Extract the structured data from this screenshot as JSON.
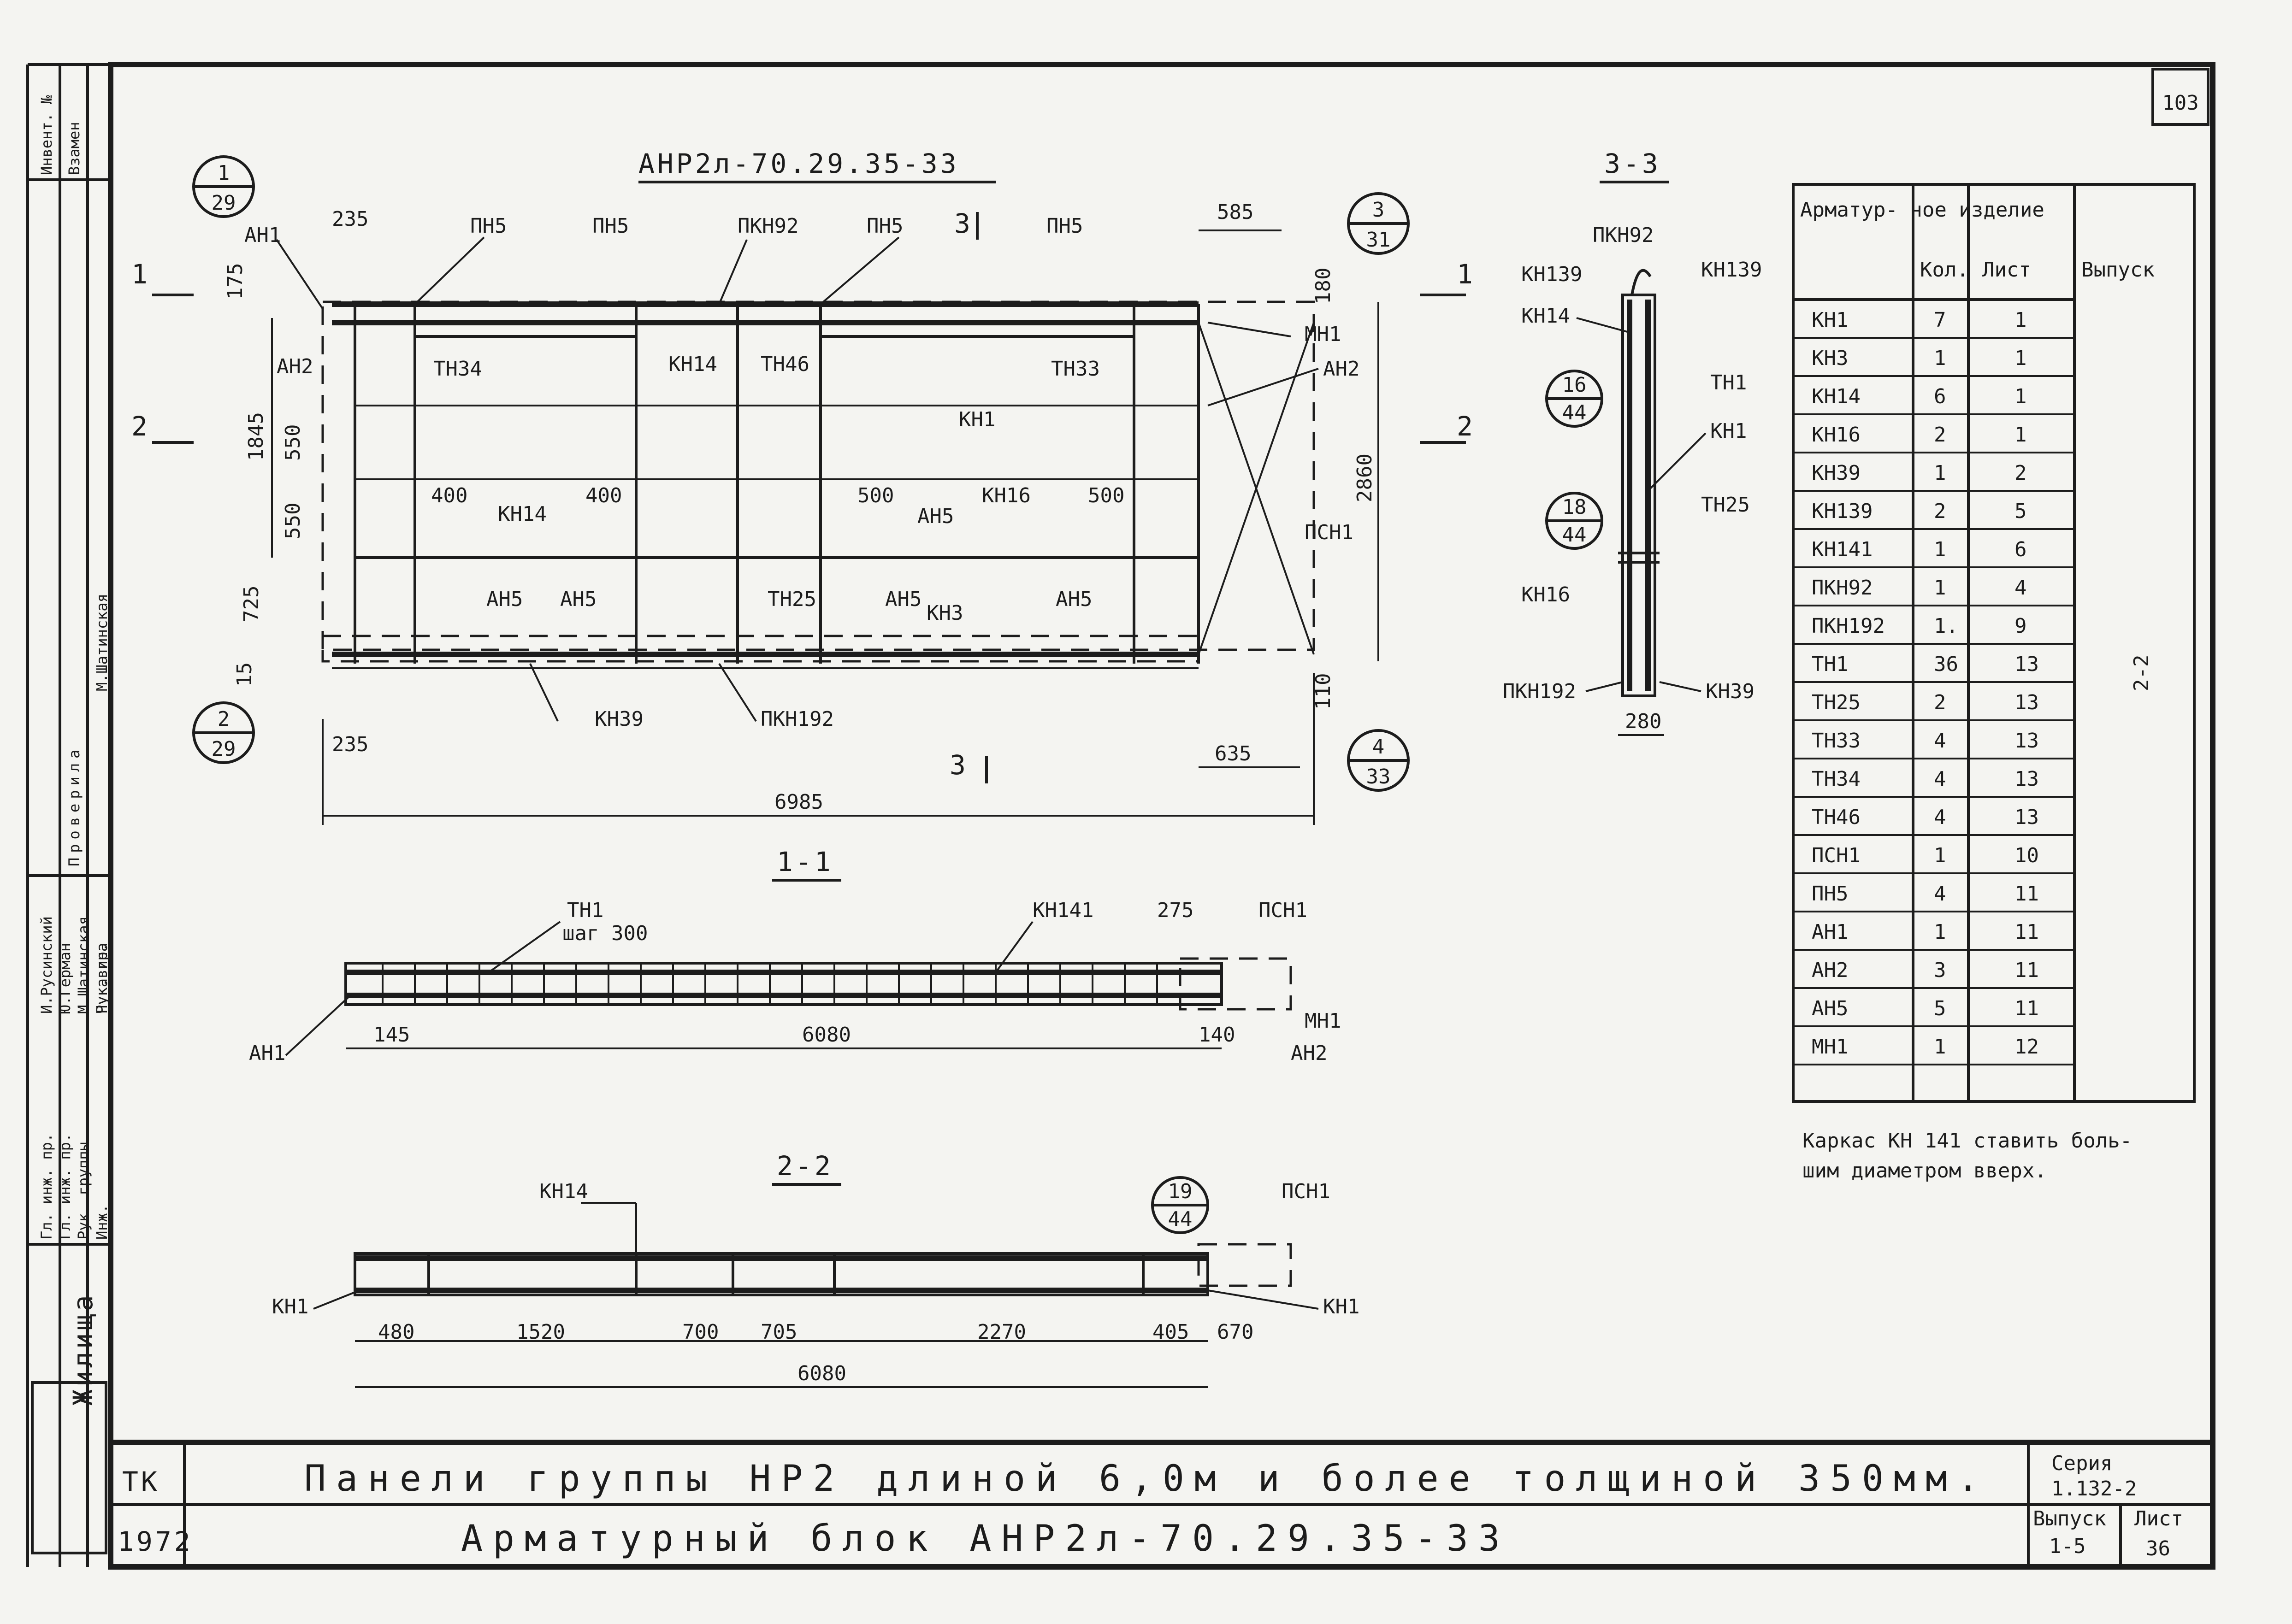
{
  "sheet_number": "103",
  "main_view": {
    "title": "АНР2л-70.29.35-33",
    "bubbles": [
      {
        "id": "bubble-1-29",
        "top": "1",
        "bottom": "29"
      },
      {
        "id": "bubble-3-31",
        "top": "3",
        "bottom": "31"
      },
      {
        "id": "bubble-2-29",
        "top": "2",
        "bottom": "29"
      },
      {
        "id": "bubble-4-33",
        "top": "4",
        "bottom": "33"
      }
    ],
    "labels": {
      "an1": "АН1",
      "pn5": "ПН5",
      "pkn92": "ПКН92",
      "an2": "АН2",
      "mn1": "МН1",
      "tn34": "ТН34",
      "kn14": "КН14",
      "tn46": "ТН46",
      "tn33": "ТН33",
      "kn1": "КН1",
      "kn16": "КН16",
      "an5": "АН5",
      "tn25": "ТН25",
      "kn3": "КН3",
      "psn1": "ПСН1",
      "kn39": "КН39",
      "pkn192": "ПКН192"
    },
    "dims": {
      "d235": "235",
      "d585": "585",
      "d175": "175",
      "d180": "180",
      "d1845": "1845",
      "d550": "550",
      "d725": "725",
      "d15": "15",
      "d400": "400",
      "d500": "500",
      "d2860": "2860",
      "d110": "110",
      "d635": "635",
      "d6985": "6985"
    },
    "section_marks": {
      "s1": "1",
      "s2": "2",
      "s3": "3"
    }
  },
  "section_3_3": {
    "title": "3-3",
    "bubbles": [
      {
        "id": "bubble-16-44",
        "top": "16",
        "bottom": "44"
      },
      {
        "id": "bubble-18-44",
        "top": "18",
        "bottom": "44"
      }
    ],
    "labels": {
      "pkn92": "ПКН92",
      "kn139": "КН139",
      "kn14": "КН14",
      "tn1": "ТН1",
      "kn1": "КН1",
      "tn25": "ТН25",
      "kn16": "КН16",
      "pkn192": "ПКН192",
      "kn39": "КН39"
    },
    "dim_280": "280"
  },
  "section_1_1": {
    "title": "1-1",
    "labels": {
      "tn1": "ТН1",
      "step": "шаг 300",
      "kn141": "КН141",
      "psn1": "ПСН1",
      "mn1": "МН1",
      "an1": "АН1",
      "an2": "АН2"
    },
    "dims": {
      "d275": "275",
      "d145": "145",
      "d6080": "6080",
      "d140": "140"
    }
  },
  "section_2_2": {
    "title": "2-2",
    "bubble": {
      "top": "19",
      "bottom": "44"
    },
    "labels": {
      "kn14": "КН14",
      "psn1": "ПСН1",
      "kn1_left": "КН1",
      "kn1_right": "КН1"
    },
    "dims": [
      "480",
      "1520",
      "700",
      "705",
      "2270",
      "405",
      "670"
    ],
    "total": "6080"
  },
  "spec_table": {
    "headers": [
      "Арматур- ное изделие",
      "Кол.",
      "Лист",
      "Выпуск"
    ],
    "rows": [
      [
        "КН1",
        "7",
        "1"
      ],
      [
        "КН3",
        "1",
        "1"
      ],
      [
        "КН14",
        "6",
        "1"
      ],
      [
        "КН16",
        "2",
        "1"
      ],
      [
        "КН39",
        "1",
        "2"
      ],
      [
        "КН139",
        "2",
        "5"
      ],
      [
        "КН141",
        "1",
        "6"
      ],
      [
        "ПКН92",
        "1",
        "4"
      ],
      [
        "ПКН192",
        "1.",
        "9"
      ],
      [
        "ТН1",
        "36",
        "13"
      ],
      [
        "ТН25",
        "2",
        "13"
      ],
      [
        "ТН33",
        "4",
        "13"
      ],
      [
        "ТН34",
        "4",
        "13"
      ],
      [
        "ТН46",
        "4",
        "13"
      ],
      [
        "ПСН1",
        "1",
        "10"
      ],
      [
        "ПН5",
        "4",
        "11"
      ],
      [
        "АН1",
        "1",
        "11"
      ],
      [
        "АН2",
        "3",
        "11"
      ],
      [
        "АН5",
        "5",
        "11"
      ],
      [
        "МН1",
        "1",
        "12"
      ]
    ],
    "issue": "2-2"
  },
  "note": {
    "line1": "Каркас КН 141 ставить боль-",
    "line2": "шим диаметром вверх."
  },
  "title_block": {
    "org": "ТК",
    "year": "1972",
    "line1": "Панели группы НР2 длиной 6,0м и более толщиной 350мм.",
    "line2": "Арматурный блок АНР2л-70.29.35-33",
    "series_label": "Серия",
    "series": "1.132-2",
    "issue_label": "Выпуск",
    "issue": "1-5",
    "sheet_label": "Лист",
    "sheet": "36"
  },
  "side_stamp": {
    "inv": "Инвент. №",
    "replace": "Взамен",
    "checked": "Проверила",
    "ruk_gr": "Рук. гр.",
    "name1": "М.Шатинская",
    "roles": [
      "Гл. инж. пр.",
      "Гл. инж. пр.",
      "Рук. группы",
      "Инж."
    ],
    "names": [
      "И.Русинский",
      "Ю.Герман",
      "М.Шатинская",
      "Чукавина"
    ],
    "dept": "Жилища"
  }
}
